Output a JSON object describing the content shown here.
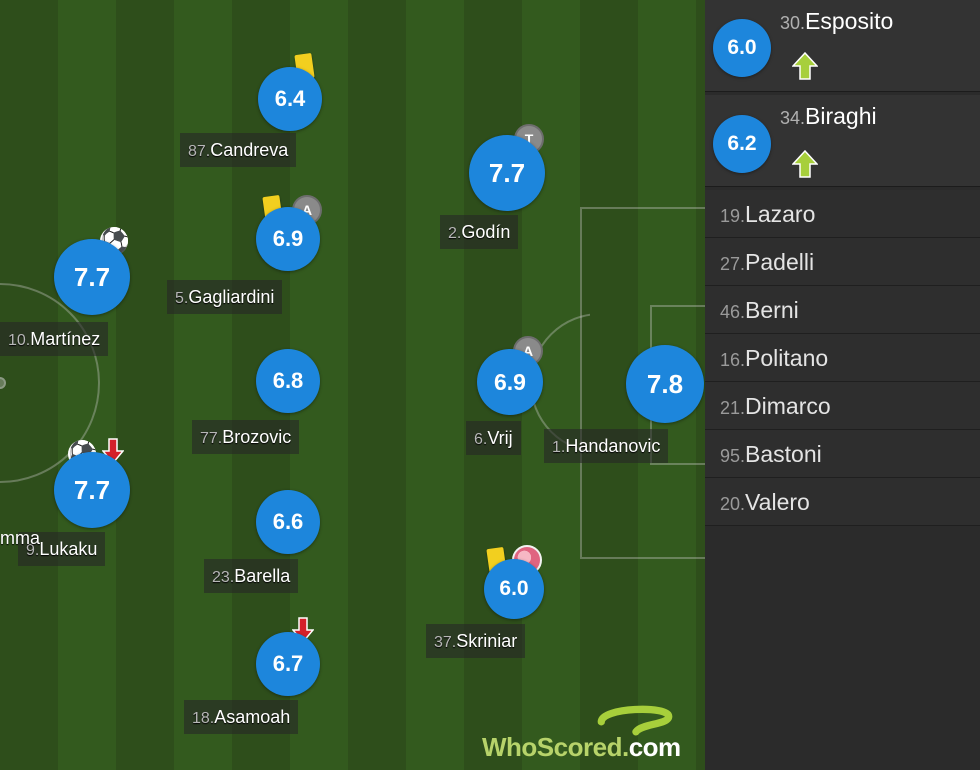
{
  "pitch_players": [
    {
      "id": "candreva",
      "number": "87.",
      "name": "Candreva",
      "rating": "6.4"
    },
    {
      "id": "gagliardini",
      "number": "5.",
      "name": "Gagliardini",
      "rating": "6.9"
    },
    {
      "id": "brozovic",
      "number": "77.",
      "name": "Brozovic",
      "rating": "6.8"
    },
    {
      "id": "barella",
      "number": "23.",
      "name": "Barella",
      "rating": "6.6"
    },
    {
      "id": "asamoah",
      "number": "18.",
      "name": "Asamoah",
      "rating": "6.7"
    },
    {
      "id": "martinez",
      "number": "10.",
      "name": "Martínez",
      "rating": "7.7"
    },
    {
      "id": "lukaku",
      "number": "9.",
      "name": "Lukaku",
      "rating": "7.7"
    },
    {
      "id": "godin",
      "number": "2.",
      "name": "Godín",
      "rating": "7.7"
    },
    {
      "id": "vrij",
      "number": "6.",
      "name": "Vrij",
      "rating": "6.9"
    },
    {
      "id": "skriniar",
      "number": "37.",
      "name": "Skriniar",
      "rating": "6.0"
    },
    {
      "id": "handanovic",
      "number": "1.",
      "name": "Handanovic",
      "rating": "7.8"
    }
  ],
  "partial_label": "mma",
  "badges": {
    "captain_letter": "A",
    "godin_letter": "T",
    "ball_glyph": "⚽"
  },
  "substitutes_in": [
    {
      "number": "30.",
      "name": "Esposito",
      "rating": "6.0"
    },
    {
      "number": "34.",
      "name": "Biraghi",
      "rating": "6.2"
    }
  ],
  "bench": [
    {
      "number": "19.",
      "name": "Lazaro"
    },
    {
      "number": "27.",
      "name": "Padelli"
    },
    {
      "number": "46.",
      "name": "Berni"
    },
    {
      "number": "16.",
      "name": "Politano"
    },
    {
      "number": "21.",
      "name": "Dimarco"
    },
    {
      "number": "95.",
      "name": "Bastoni"
    },
    {
      "number": "20.",
      "name": "Valero"
    }
  ],
  "logo": {
    "who": "WhoScored",
    "dot": ".",
    "com": "com"
  },
  "colors": {
    "rating_blue": "#1d86dc",
    "yellow_card": "#f2cf1f",
    "sub_out_red": "#d4202a",
    "sub_in_green": "#a7cf3b",
    "logo_green": "#b7d36a"
  }
}
